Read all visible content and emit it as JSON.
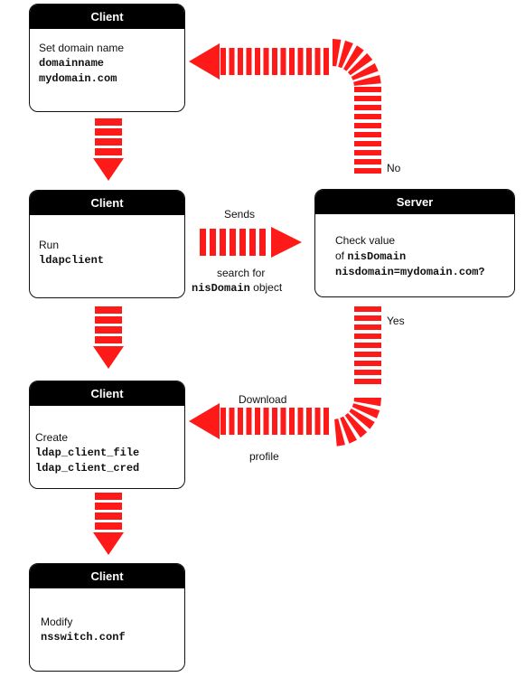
{
  "colors": {
    "arrow": "#ff1a1a",
    "header_bg": "#000000",
    "header_text": "#ffffff"
  },
  "nodes": {
    "client1": {
      "title": "Client",
      "lines": [
        "Set domain name",
        "domainname",
        "mydomain.com"
      ]
    },
    "client2": {
      "title": "Client",
      "lines": [
        "Run",
        "ldapclient"
      ]
    },
    "server": {
      "title": "Server",
      "lines": [
        "Check value",
        "of ",
        "nisDomain",
        "nisdomain=mydomain.com?"
      ]
    },
    "client3": {
      "title": "Client",
      "lines": [
        "Create",
        "ldap_client_file",
        "ldap_client_cred"
      ]
    },
    "client4": {
      "title": "Client",
      "lines": [
        "Modify",
        "nsswitch.conf"
      ]
    }
  },
  "labels": {
    "sends": "Sends",
    "search_for": "search for",
    "nis_domain": "nisDomain",
    "object": " object",
    "no": "No",
    "yes": "Yes",
    "download": "Download",
    "profile": "profile"
  }
}
